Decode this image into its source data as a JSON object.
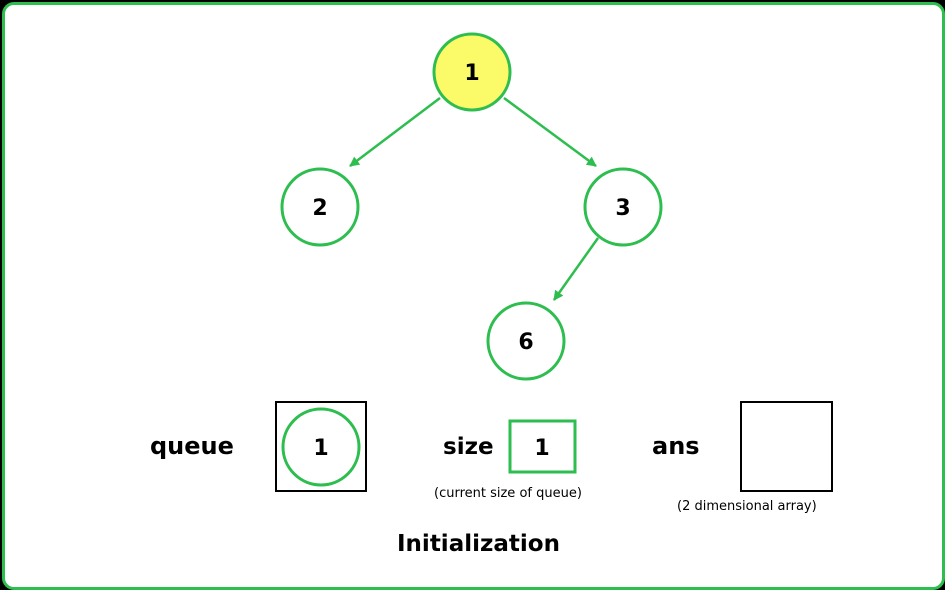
{
  "tree": {
    "nodes": [
      {
        "id": "1",
        "label": "1",
        "highlighted": true
      },
      {
        "id": "2",
        "label": "2",
        "highlighted": false
      },
      {
        "id": "3",
        "label": "3",
        "highlighted": false
      },
      {
        "id": "6",
        "label": "6",
        "highlighted": false
      }
    ],
    "edges": [
      {
        "from": "1",
        "to": "2"
      },
      {
        "from": "1",
        "to": "3"
      },
      {
        "from": "3",
        "to": "6"
      }
    ]
  },
  "queue": {
    "label": "queue",
    "items": [
      "1"
    ]
  },
  "size": {
    "label": "size",
    "value": "1",
    "note": "(current size of queue)"
  },
  "ans": {
    "label": "ans",
    "note": "(2 dimensional array)"
  },
  "caption": "Initialization",
  "colors": {
    "green": "#2ebd4f",
    "highlight": "#fbfb6a",
    "border": "#000000"
  }
}
